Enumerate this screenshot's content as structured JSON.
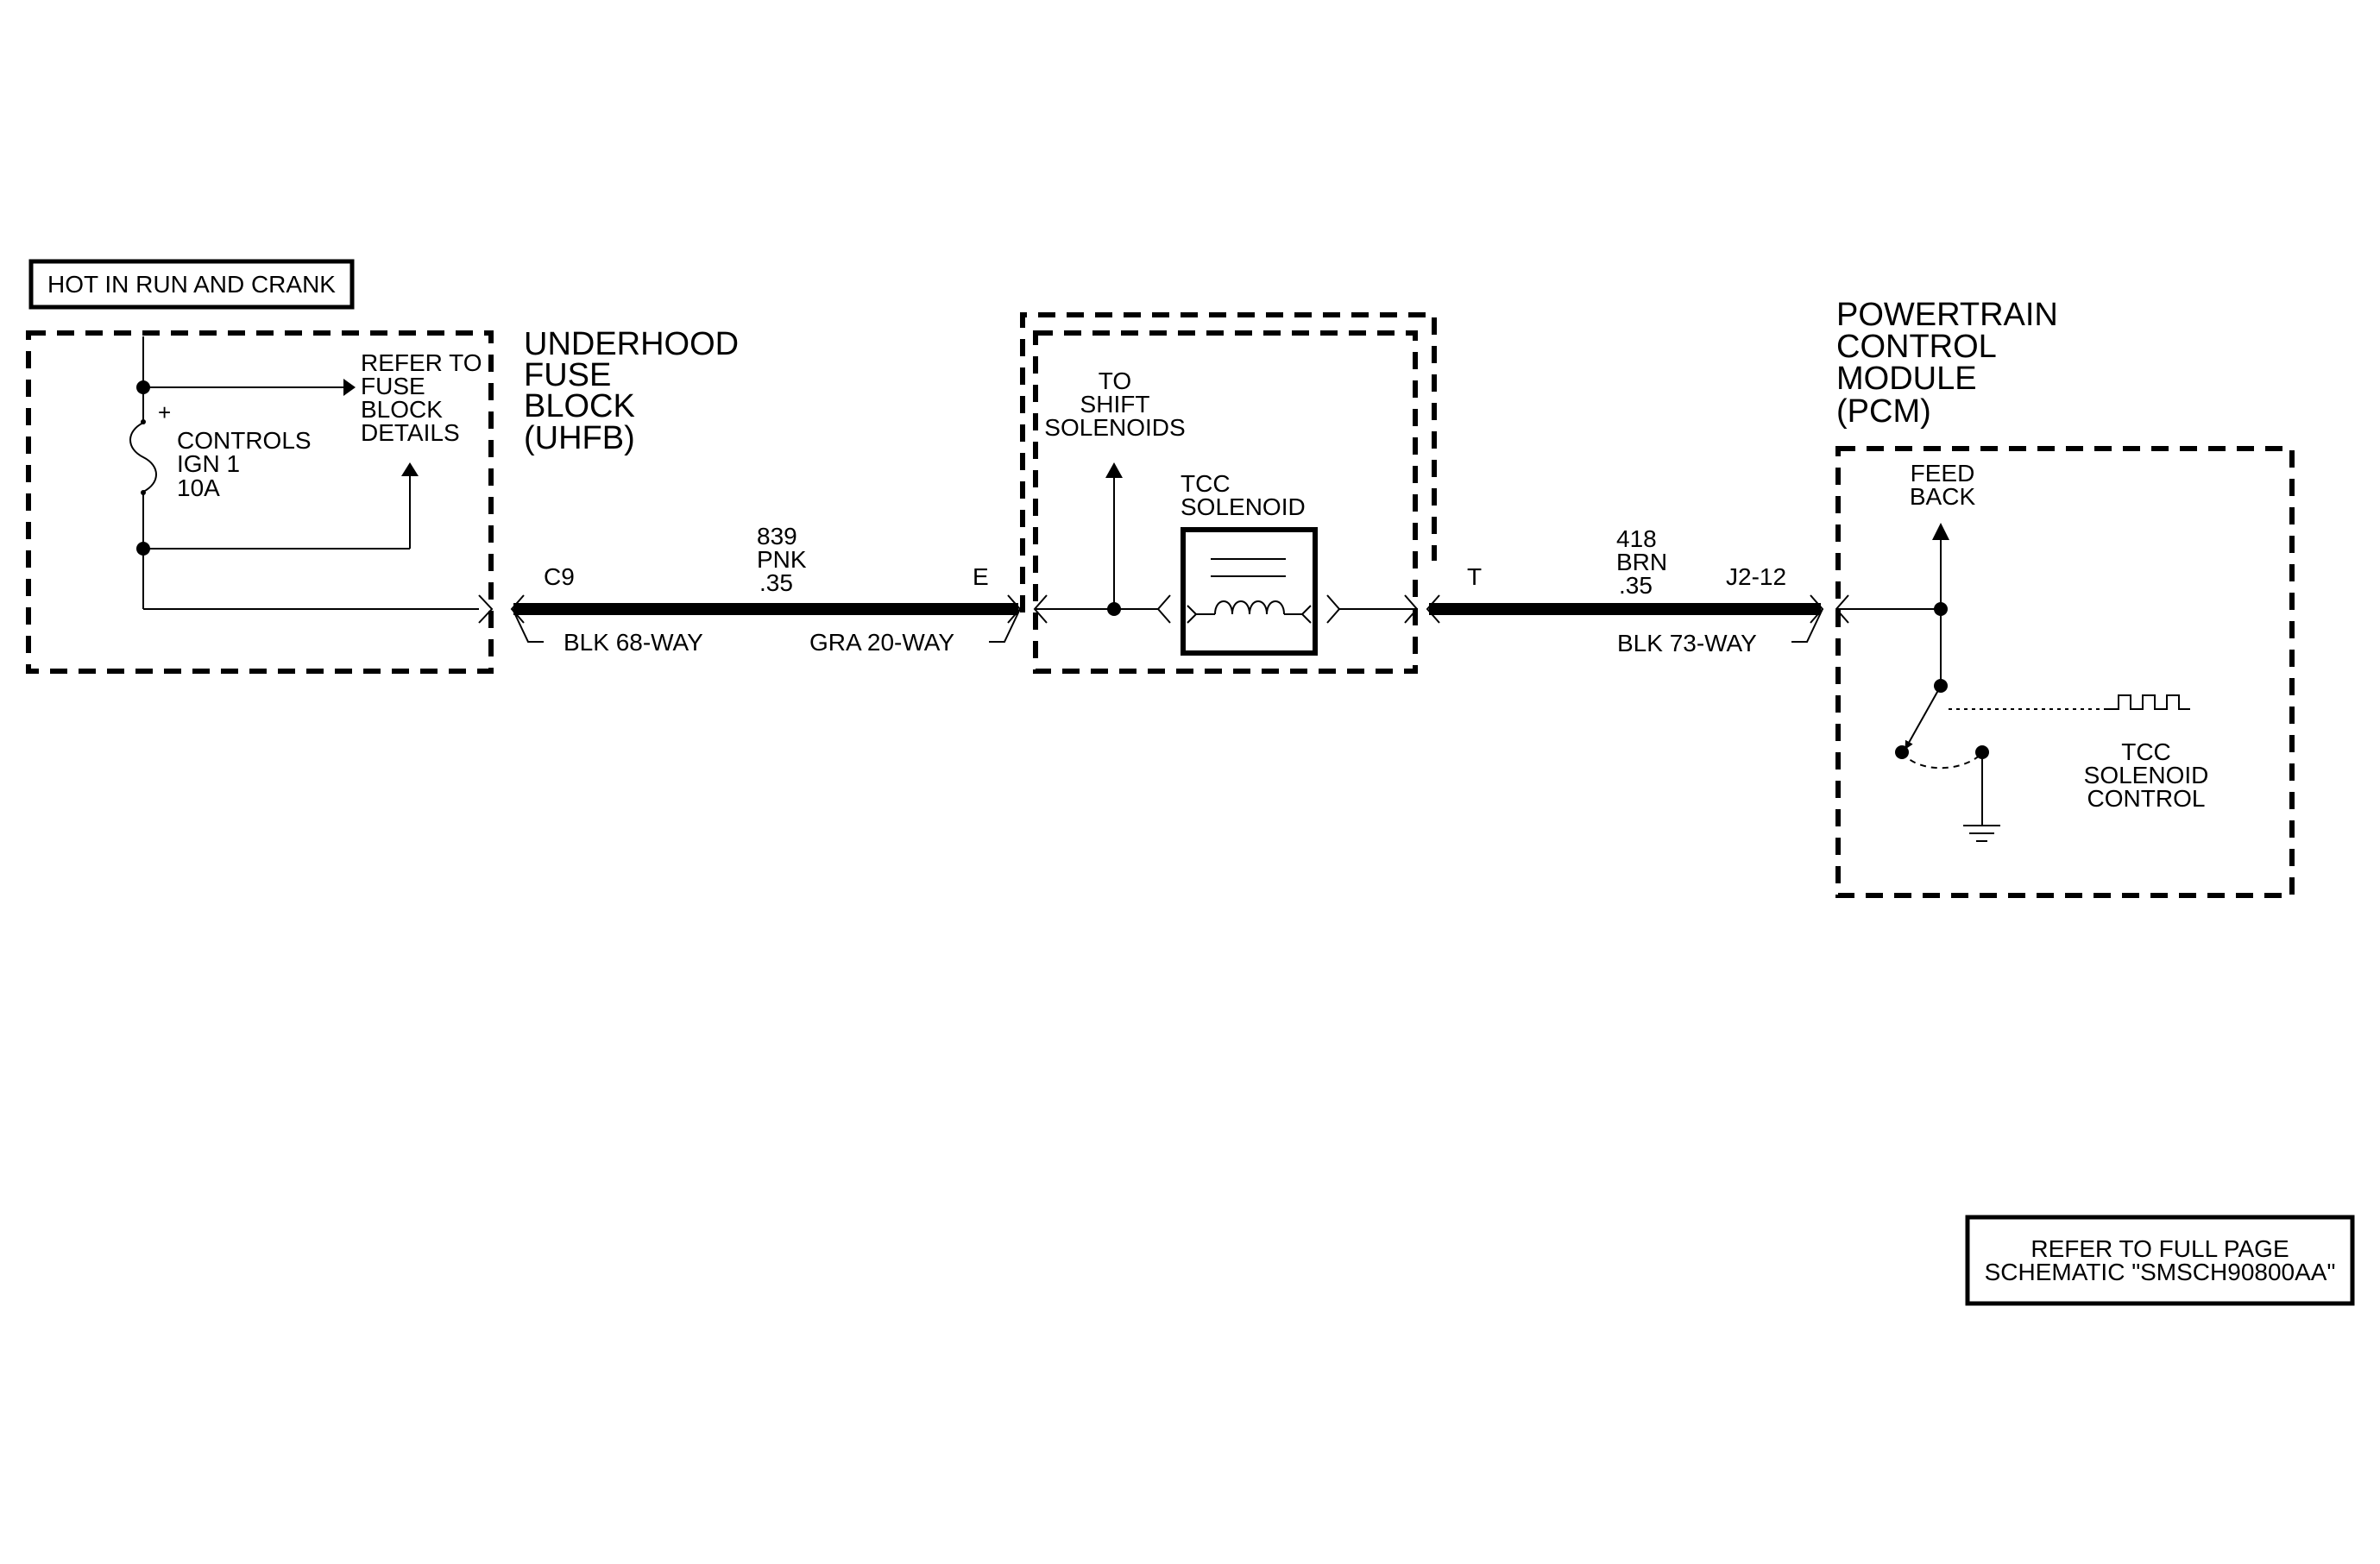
{
  "header": {
    "hot_label": "HOT IN RUN AND CRANK"
  },
  "fuse_block": {
    "title_lines": [
      "UNDERHOOD",
      "FUSE",
      "BLOCK",
      "(UHFB)"
    ],
    "fuse_plus": "+",
    "fuse_label_lines": [
      "CONTROLS",
      "IGN 1",
      "10A"
    ],
    "refer_lines": [
      "REFER TO",
      "FUSE",
      "BLOCK",
      "DETAILS"
    ]
  },
  "connectors": {
    "c9": "C9",
    "e": "E",
    "t": "T",
    "j2": "J2-12",
    "blk68": "BLK 68-WAY",
    "gra20": "GRA 20-WAY",
    "blk73": "BLK 73-WAY"
  },
  "wires": {
    "w839_lines": [
      "839",
      "PNK",
      ".35"
    ],
    "w418_lines": [
      "418",
      "BRN",
      ".35"
    ]
  },
  "transmission": {
    "shift_lines": [
      "TO",
      "SHIFT",
      "SOLENOIDS"
    ],
    "tcc_lines": [
      "TCC",
      "SOLENOID"
    ]
  },
  "pcm": {
    "title_lines": [
      "POWERTRAIN",
      "CONTROL",
      "MODULE",
      "(PCM)"
    ],
    "feedback_lines": [
      "FEED",
      "BACK"
    ],
    "control_lines": [
      "TCC",
      "SOLENOID",
      "CONTROL"
    ]
  },
  "footer": {
    "refer_lines": [
      "REFER TO FULL PAGE",
      "SCHEMATIC \"SMSCH90800AA\""
    ]
  }
}
